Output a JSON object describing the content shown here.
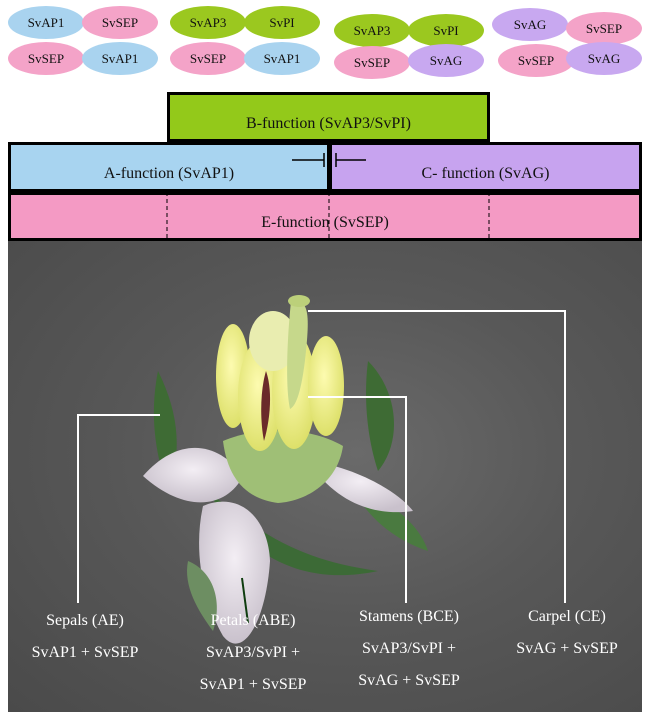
{
  "colors": {
    "ap1": "#a9d3ef",
    "sep": "#f4a3c8",
    "ap3": "#9bc81f",
    "pi": "#9bc81f",
    "ag": "#c8a8f0",
    "b_function": "#93c91a",
    "a_function": "#a8d4f0",
    "c_function": "#c7a3ef",
    "e_function": "#f49ac4"
  },
  "complexes": [
    {
      "top_left": "SvAP1",
      "top_right": "SvSEP",
      "bottom_left": "SvSEP",
      "bottom_right": "SvAP1"
    },
    {
      "top_left": "SvAP3",
      "top_right": "SvPI",
      "bottom_left": "SvSEP",
      "bottom_right": "SvAP1"
    },
    {
      "top_left": "SvAP3",
      "top_right": "SvPI",
      "bottom_left": "SvSEP",
      "bottom_right": "SvAG"
    },
    {
      "top_left": "SvAG",
      "top_right": "SvSEP",
      "bottom_left": "SvSEP",
      "bottom_right": "SvAG"
    }
  ],
  "functions": {
    "b": "B-function (SvAP3/SvPI)",
    "a": "A-function (SvAP1)",
    "c": "C- function (SvAG)",
    "e": "E-function (SvSEP)"
  },
  "organs": [
    {
      "name": "Sepals (AE)",
      "genes1": "SvAP1 + SvSEP",
      "genes2": ""
    },
    {
      "name": "Petals (ABE)",
      "genes1": "SvAP3/SvPI +",
      "genes2": "SvAP1 + SvSEP"
    },
    {
      "name": "Stamens (BCE)",
      "genes1": "SvAP3/SvPI +",
      "genes2": "SvAG + SvSEP"
    },
    {
      "name": "Carpel (CE)",
      "genes1": "SvAG + SvSEP",
      "genes2": ""
    }
  ]
}
